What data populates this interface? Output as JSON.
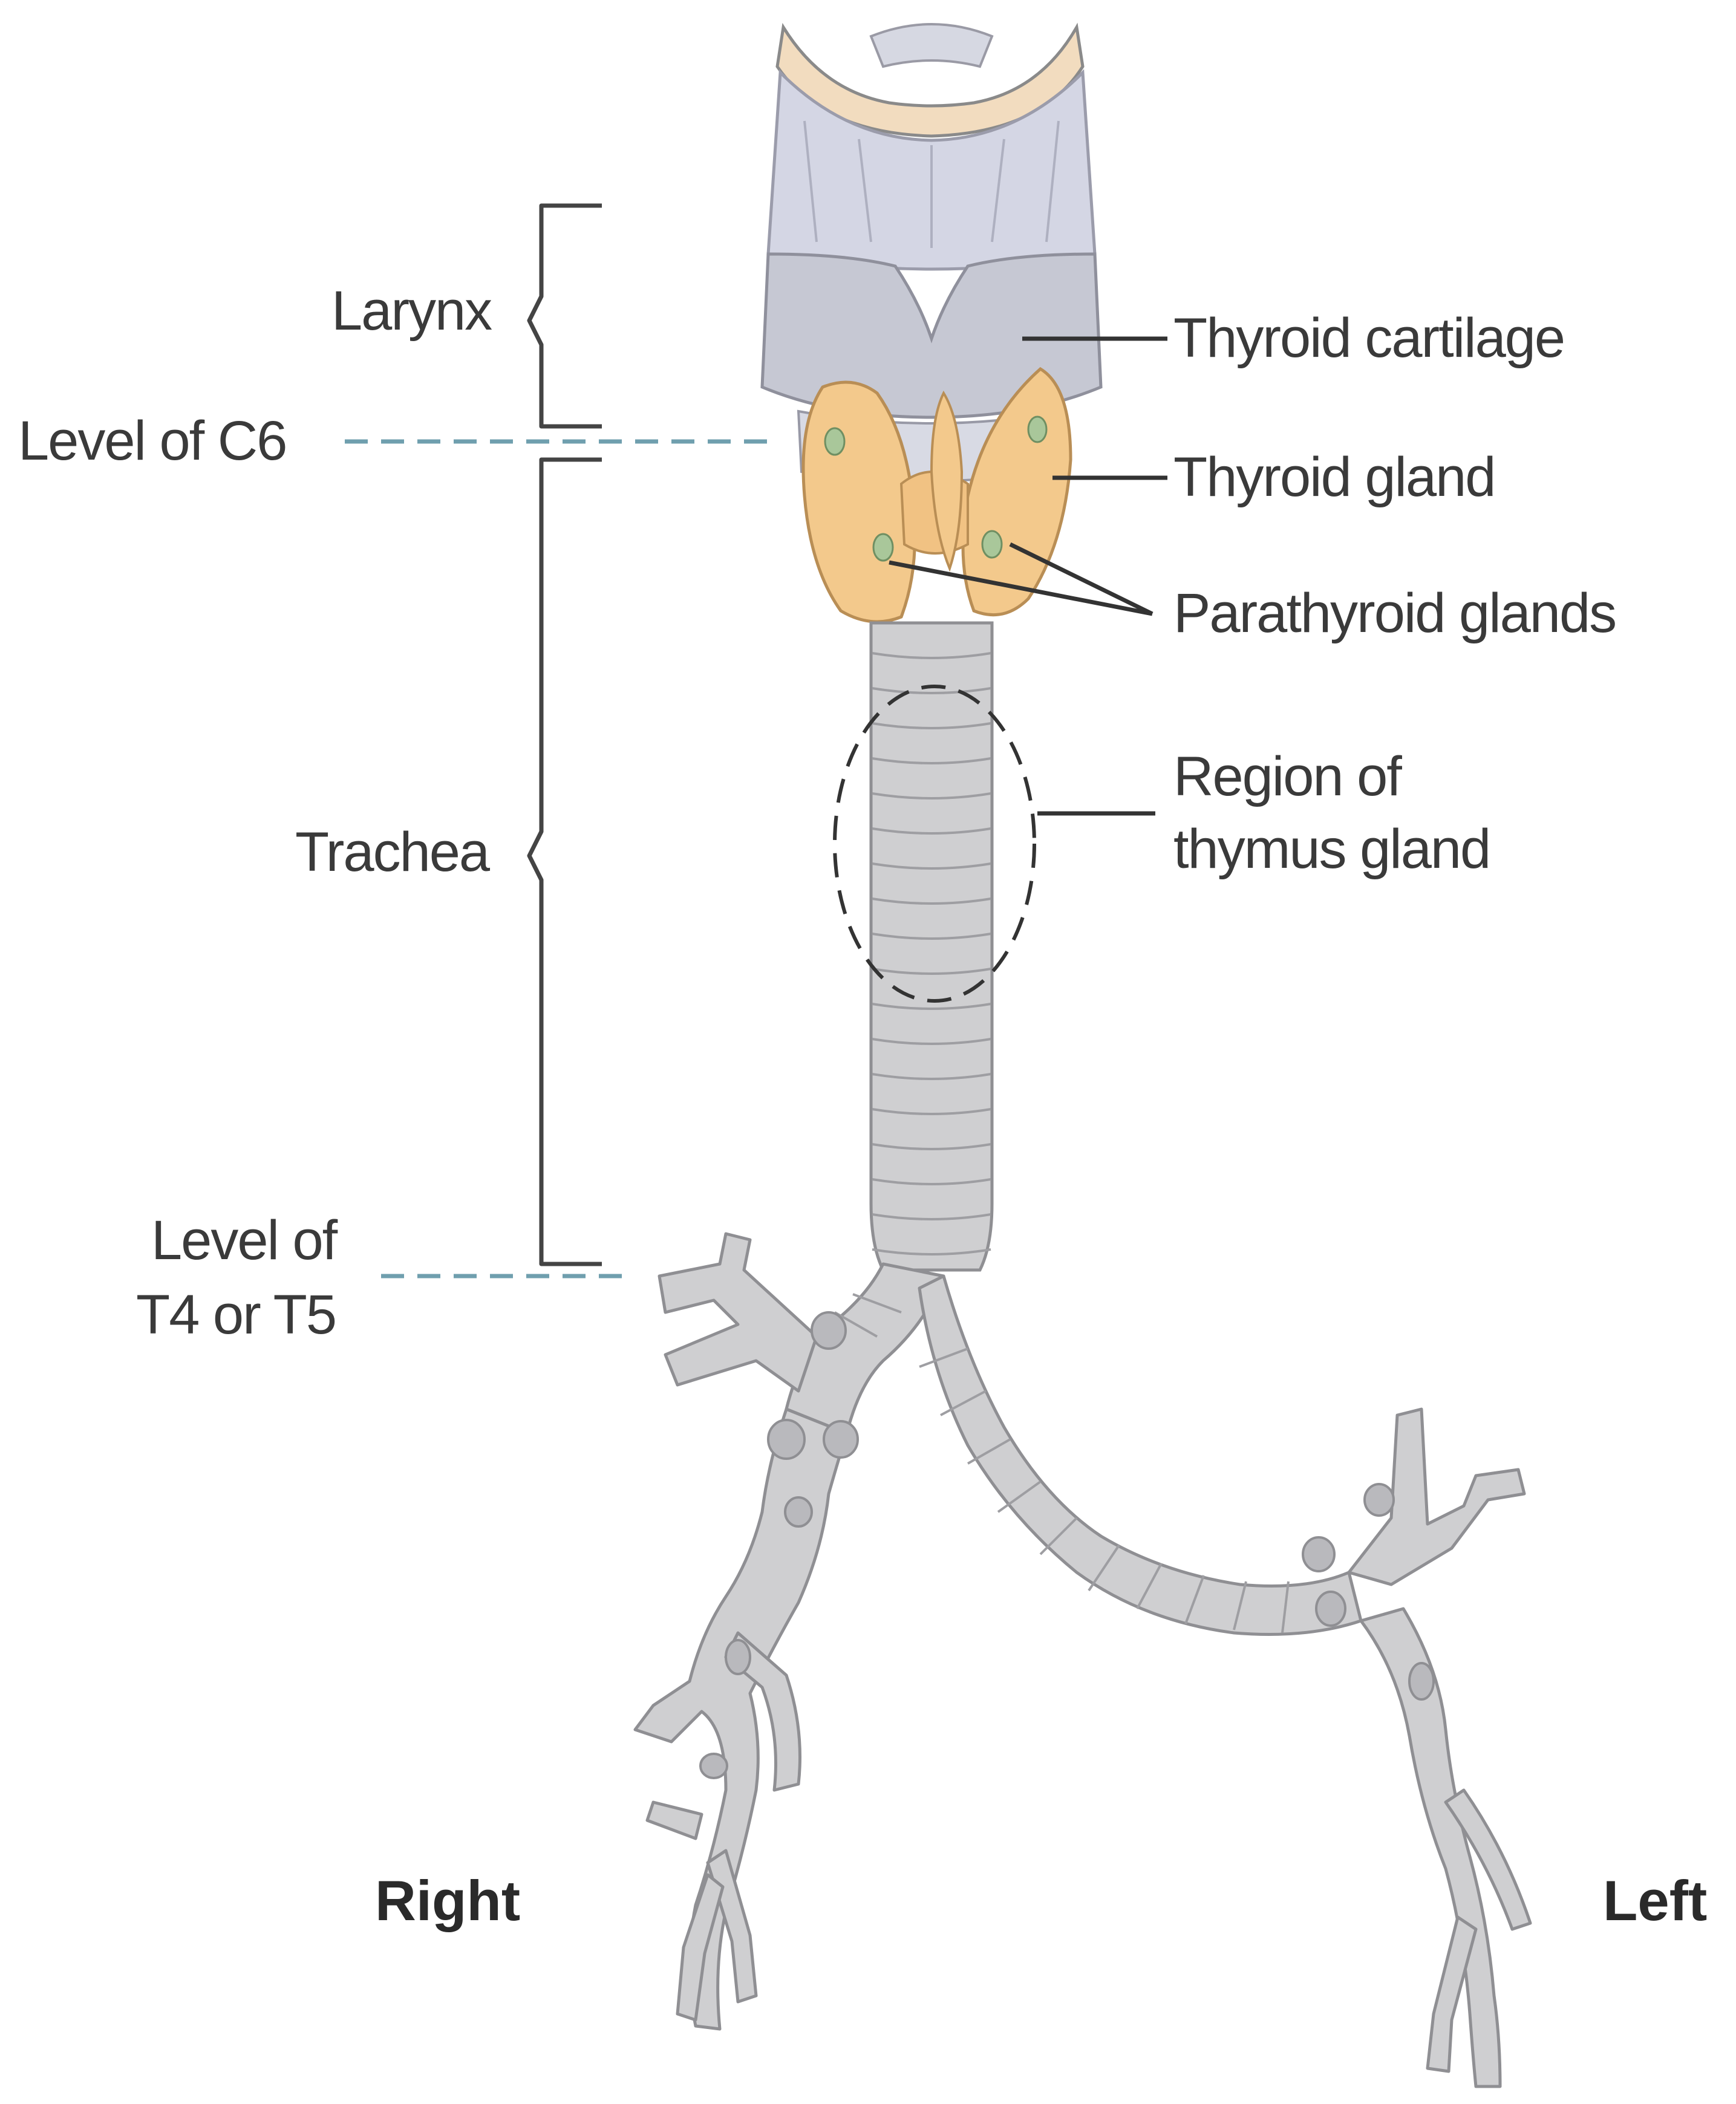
{
  "labels": {
    "larynx": "Larynx",
    "level_c6": "Level of C6",
    "trachea": "Trachea",
    "level_t4_line1": "Level of",
    "level_t4_line2": "T4 or T5",
    "thyroid_cartilage": "Thyroid cartilage",
    "thyroid_gland": "Thyroid gland",
    "parathyroid_glands": "Parathyroid glands",
    "thymus_line1": "Region of",
    "thymus_line2": "thymus gland",
    "right": "Right",
    "left": "Left"
  },
  "colors": {
    "cartilage": "#c9cbd6",
    "thyroid": "#f3c98c",
    "parathyroid": "#a9c79a",
    "airway": "#cfcfd1",
    "dashed_level_line": "#6f9fae"
  }
}
